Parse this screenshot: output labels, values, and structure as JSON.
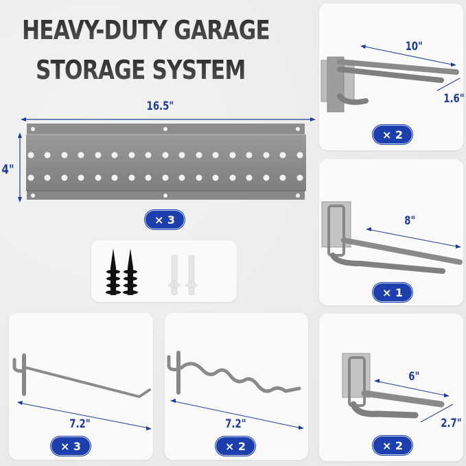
{
  "headline": {
    "line1": "HEAVY-DUTY GARAGE",
    "line2": "STORAGE SYSTEM"
  },
  "rail": {
    "width_label": "16.5\"",
    "height_label": "4\"",
    "quantity": "× 3",
    "holes_per_row": 17
  },
  "screws_card": {
    "items": [
      "black-drywall-anchor-screw",
      "black-drywall-anchor-screw",
      "white-plastic-anchor",
      "white-plastic-anchor"
    ]
  },
  "products": [
    {
      "id": "double-hook-10",
      "dims": [
        "10\"",
        "1.6\""
      ],
      "quantity": "× 2"
    },
    {
      "id": "double-hook-8",
      "dims": [
        "8\""
      ],
      "quantity": "× 1"
    },
    {
      "id": "peg-hook-straight",
      "dims": [
        "7.2\""
      ],
      "quantity": "× 3"
    },
    {
      "id": "peg-hook-wavy",
      "dims": [
        "7.2\""
      ],
      "quantity": "× 2"
    },
    {
      "id": "double-hook-6",
      "dims": [
        "6\"",
        "2.7\""
      ],
      "quantity": "× 2"
    }
  ],
  "colors": {
    "accent_blue": "#1d3fae",
    "dimension_text": "#1e3a9e",
    "metal_gray": "#8a8a8a",
    "background": "#efefef"
  }
}
